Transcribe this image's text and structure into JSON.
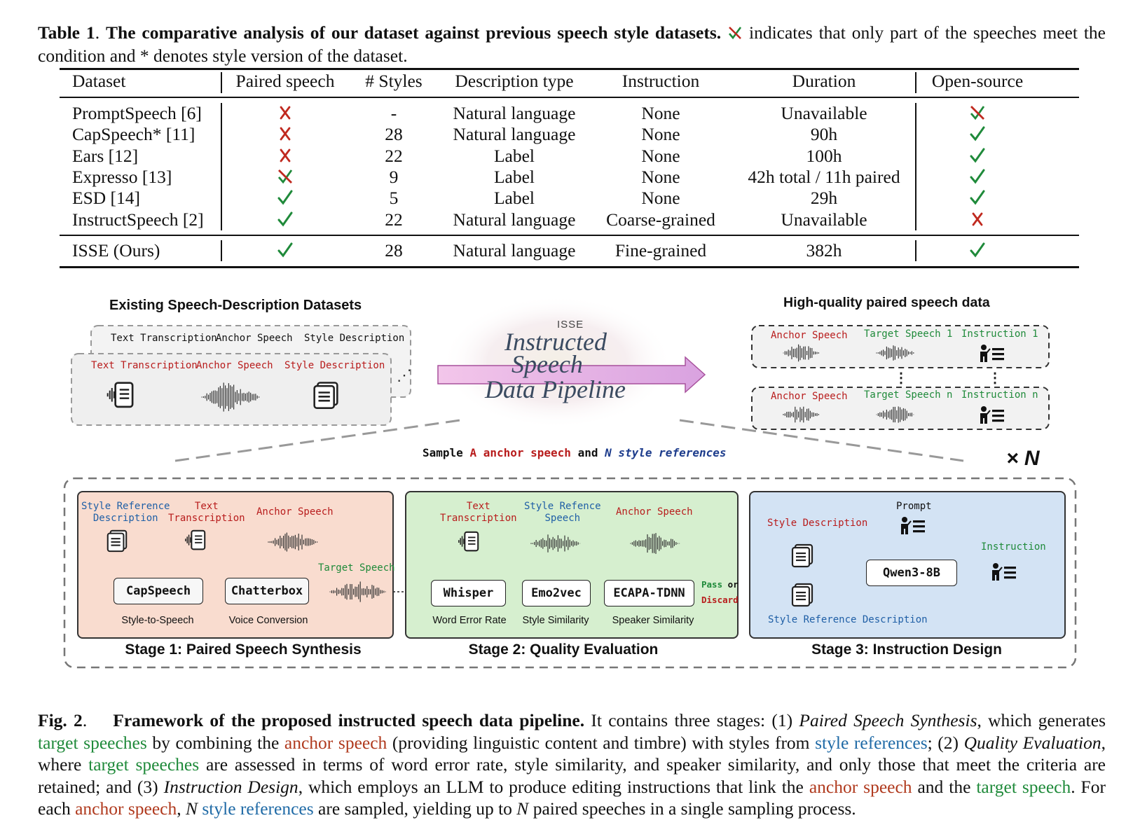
{
  "table_caption": {
    "label": "Table 1",
    "title": "The comparative analysis of our dataset against previous speech style datasets.",
    "text_a": " indicates that only part of the speeches meet the condition and * denotes style version of the dataset."
  },
  "table": {
    "headers": [
      "Dataset",
      "Paired speech",
      "# Styles",
      "Description type",
      "Instruction",
      "Duration",
      "Open-source"
    ],
    "rows": [
      {
        "dataset": "PromptSpeech [6]",
        "paired": "no",
        "styles": "-",
        "desc": "Natural language",
        "instruction": "None",
        "duration": "Unavailable",
        "open": "partial"
      },
      {
        "dataset": "CapSpeech* [11]",
        "paired": "no",
        "styles": "28",
        "desc": "Natural language",
        "instruction": "None",
        "duration": "90h",
        "open": "yes"
      },
      {
        "dataset": "Ears [12]",
        "paired": "no",
        "styles": "22",
        "desc": "Label",
        "instruction": "None",
        "duration": "100h",
        "open": "yes"
      },
      {
        "dataset": "Expresso [13]",
        "paired": "partial",
        "styles": "9",
        "desc": "Label",
        "instruction": "None",
        "duration": "42h total / 11h paired",
        "open": "yes"
      },
      {
        "dataset": "ESD [14]",
        "paired": "yes",
        "styles": "5",
        "desc": "Label",
        "instruction": "None",
        "duration": "29h",
        "open": "yes"
      },
      {
        "dataset": "InstructSpeech [2]",
        "paired": "yes",
        "styles": "22",
        "desc": "Natural language",
        "instruction": "Coarse-grained",
        "duration": "Unavailable",
        "open": "no"
      }
    ],
    "ours": {
      "dataset": "ISSE (Ours)",
      "paired": "yes",
      "styles": "28",
      "desc": "Natural language",
      "instruction": "Fine-grained",
      "duration": "382h",
      "open": "yes"
    }
  },
  "figure": {
    "existing_title": "Existing Speech-Description Datasets",
    "back_card": [
      "Text Transcription",
      "Anchor Speech",
      "Style Description"
    ],
    "front_card": [
      "Text Transcription",
      "Anchor Speech",
      "Style Description"
    ],
    "pipeline_logo": {
      "tag": "ISSE",
      "line1": "Instructed",
      "line2": "Speech",
      "line3": "Data Pipeline"
    },
    "hq_title": "High-quality paired speech data",
    "hq_row1": [
      "Anchor Speech",
      "Target Speech 1",
      "Instruction 1"
    ],
    "hq_rown": [
      "Anchor Speech",
      "Target Speech n",
      "Instruction n"
    ],
    "sample_line": {
      "p1": "Sample ",
      "p2": "A anchor speech",
      "p3": " and ",
      "p4": "N style references"
    },
    "times_n": "× N",
    "stage1": {
      "style_ref": "Style Reference\nDescription",
      "text_trans": "Text\nTranscription",
      "anchor": "Anchor Speech",
      "capspeech": "CapSpeech",
      "chatterbox": "Chatterbox",
      "target": "Target Speech",
      "sub1": "Style-to-Speech",
      "sub2": "Voice Conversion",
      "title": "Stage 1: Paired Speech Synthesis"
    },
    "stage2": {
      "text_trans": "Text\nTranscription",
      "style_ref": "Style Refence\nSpeech",
      "anchor": "Anchor Speech",
      "whisper": "Whisper",
      "emo2vec": "Emo2vec",
      "ecapa": "ECAPA-TDNN",
      "pass": "Pass",
      "or": "or",
      "discard": "Discard",
      "sub1": "Word Error Rate",
      "sub2": "Style Similarity",
      "sub3": "Speaker Similarity",
      "title": "Stage 2: Quality Evaluation"
    },
    "stage3": {
      "style_desc": "Style Description",
      "prompt": "Prompt",
      "qwen": "Qwen3-8B",
      "instruction": "Instruction",
      "style_ref_desc": "Style Reference Description",
      "title": "Stage 3: Instruction Design"
    },
    "colors": {
      "stage1_bg": "#f9dccf",
      "stage2_bg": "#d6efcf",
      "stage3_bg": "#d3e3f4",
      "red": "#b81c1c",
      "green": "#1f8a3a",
      "blue": "#1f5fa6"
    }
  },
  "fig_caption": {
    "label": "Fig. 2",
    "title": "Framework of the proposed instructed speech data pipeline.",
    "s1": " It contains three stages: (1) ",
    "s1i": "Paired Speech Synthesis",
    "s2": ", which generates ",
    "tg1": "target speeches",
    "s3": " by combining the ",
    "an1": "anchor speech",
    "s4": " (providing linguistic content and timbre) with styles from ",
    "sr1": "style references",
    "s5": "; (2) ",
    "s5i": "Quality Evaluation",
    "s6": ", where ",
    "tg2": "target speeches",
    "s7": " are assessed in terms of word error rate, style similarity, and speaker similarity, and only those that meet the criteria are retained; and (3) ",
    "s7i": "Instruction Design",
    "s8": ", which employs an LLM to produce editing instructions that link the ",
    "an2": "anchor speech",
    "s9": " and the ",
    "tg3": "target speech",
    "s10": ". For each ",
    "an3": "anchor speech",
    "s11": ", ",
    "n1": "N",
    "s12": " ",
    "sr2": "style references",
    "s13": " are sampled, yielding up to ",
    "n2": "N",
    "s14": " paired speeches in a single sampling process."
  }
}
